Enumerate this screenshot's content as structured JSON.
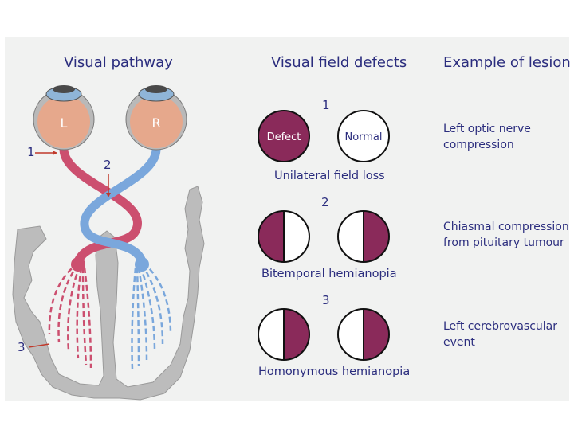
{
  "headers": {
    "pathway": "Visual pathway",
    "field_defects": "Visual field defects",
    "lesion": "Example of lesion"
  },
  "eyes": {
    "left": "L",
    "right": "R"
  },
  "pathway_markers": [
    "1",
    "2",
    "3"
  ],
  "defects": [
    {
      "number": "1",
      "label": "Unilateral field loss",
      "left_circle": {
        "pattern": "full",
        "text": "Defect"
      },
      "right_circle": {
        "pattern": "none",
        "text": "Normal"
      },
      "example": [
        "Left optic nerve",
        "compression"
      ]
    },
    {
      "number": "2",
      "label": "Bitemporal hemianopia",
      "left_circle": {
        "pattern": "left-half",
        "text": ""
      },
      "right_circle": {
        "pattern": "right-half",
        "text": ""
      },
      "example": [
        "Chiasmal compression",
        "from pituitary tumour"
      ]
    },
    {
      "number": "3",
      "label": "Homonymous hemianopia",
      "left_circle": {
        "pattern": "right-half",
        "text": ""
      },
      "right_circle": {
        "pattern": "right-half",
        "text": ""
      },
      "example": [
        "Left cerebrovascular",
        "event"
      ]
    }
  ],
  "colors": {
    "text": "#2b2d7e",
    "defect": "#8a2a5a",
    "left_pathway": "#cc4f6f",
    "right_pathway": "#7aa7dc",
    "brain": "#bcbcbc",
    "eye": "#e6a88c",
    "panel": "#f1f2f1"
  }
}
